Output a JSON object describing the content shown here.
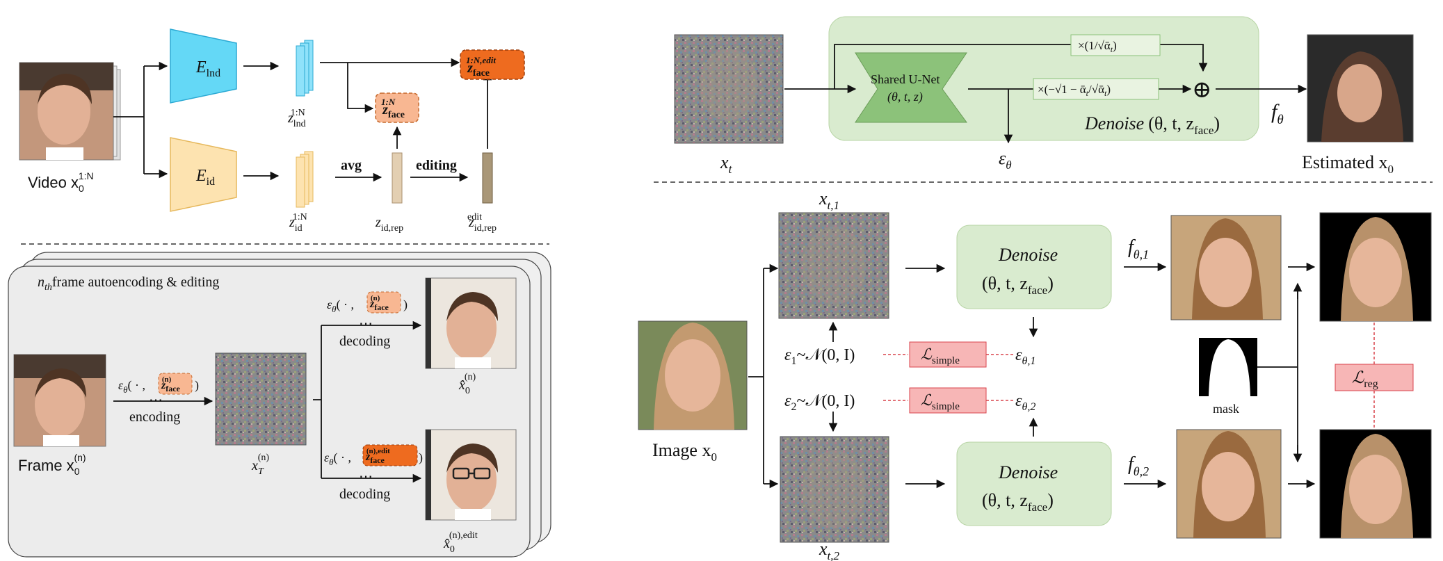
{
  "colors": {
    "landmark_encoder": "#64d8f6",
    "identity_encoder": "#fde3b0",
    "identity_encoder_stroke": "#e6b85c",
    "z_face_light": "#f8b792",
    "z_face_dark": "#ee6b1f",
    "unet_panel": "#d9ebcf",
    "unet_body": "#8cc27a",
    "denoise_box": "#d9ebcf",
    "loss_box": "#f7b6b6",
    "loss_stroke": "#d9434c",
    "panel_gray": "#ececec"
  },
  "top_left": {
    "video_label": "Video x",
    "video_sup": "1:N",
    "video_sub": "0",
    "e_lnd": "E",
    "e_lnd_sub": "lnd",
    "e_id": "E",
    "e_id_sub": "id",
    "z_lnd": "z",
    "z_lnd_sup": "1:N",
    "z_lnd_sub": "lnd",
    "z_id": "z",
    "z_id_sup": "1:N",
    "z_id_sub": "id",
    "avg": "avg",
    "editing": "editing",
    "z_id_rep": "z",
    "z_id_rep_sub": "id,rep",
    "z_id_rep_edit": "z",
    "z_id_rep_edit_sup": "edit",
    "z_id_rep_edit_sub": "id,rep",
    "z_face": "z",
    "z_face_sup": "1:N",
    "z_face_sub": "face",
    "z_face_edit": "z",
    "z_face_edit_sup": "1:N,edit",
    "z_face_edit_sub": "face"
  },
  "bottom_left": {
    "panel_title_n": "n",
    "panel_title_th": "th",
    "panel_title_rest": "frame autoencoding & editing",
    "frame_label": "Frame x",
    "frame_sup": "(n)",
    "frame_sub": "0",
    "eps_prefix": "ε",
    "eps_theta": "θ",
    "eps_args": "( · ,",
    "z_n": "z",
    "z_n_sup": "(n)",
    "z_n_sub": "face",
    "z_n_edit_sup": "(n),edit",
    "dots": "⋯",
    "encoding": "encoding",
    "decoding": "decoding",
    "xt_label": "x",
    "xt_sup": "(n)",
    "xt_sub": "T",
    "xhat": "x̂",
    "xhat_sup": "(n)",
    "xhat_sub": "0",
    "xhat_edit_sup": "(n),edit"
  },
  "top_right": {
    "xt": "x",
    "xt_sub": "t",
    "unet_title": "Shared U-Net",
    "unet_params": "(θ, t, z)",
    "scale_1": "×(1/√ᾱ",
    "scale_1_sub": "t",
    "scale_2": "×(−√1 − ᾱ",
    "scale_2_mid": "/√ᾱ",
    "oplus": "⊕",
    "denoise": "Denoise",
    "denoise_params": "(θ, t, z",
    "denoise_sub": "face",
    "epsilon_theta": "ε",
    "epsilon_sub": "θ",
    "f_theta": "f",
    "f_sub": "θ",
    "estimated": "Estimated x",
    "estimated_sub": "0"
  },
  "bottom_right": {
    "xt1": "x",
    "xt1_sub": "t,1",
    "xt2": "x",
    "xt2_sub": "t,2",
    "image_label": "Image x",
    "image_sub": "0",
    "denoise": "Denoise",
    "denoise_params": "(θ, t, z",
    "denoise_sub": "face",
    "f1": "f",
    "f1_sub": "θ,1",
    "f2": "f",
    "f2_sub": "θ,2",
    "eps1": "ε",
    "eps1_sub": "1",
    "eps2": "ε",
    "eps2_sub": "2",
    "normal": "~𝒩(0, I)",
    "l_simple": "ℒ",
    "l_simple_sub": "simple",
    "eps_theta1": "ε",
    "eps_theta1_sub": "θ,1",
    "eps_theta2": "ε",
    "eps_theta2_sub": "θ,2",
    "mask": "mask",
    "l_reg": "ℒ",
    "l_reg_sub": "reg"
  }
}
